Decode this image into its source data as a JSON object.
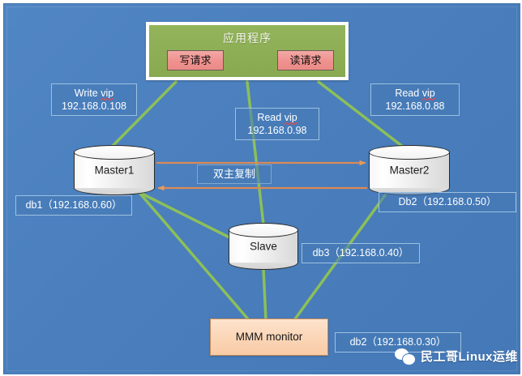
{
  "diagram": {
    "title": "MMM MySQL dual-master replication architecture",
    "background_color": "#4a7ebc",
    "link_color": "#8cbf5a",
    "replication_arrow_color": "#e08a4a"
  },
  "app": {
    "title": "应用程序",
    "write_button": "写请求",
    "read_button": "读请求",
    "box_color": "#8cad54",
    "button_color": "#ef918e"
  },
  "vip_labels": {
    "write_vip": {
      "line1_prefix": "Write ",
      "line1_word": "vip",
      "line2": "192.168.0.108"
    },
    "read_vip_98": {
      "line1_prefix": "Read ",
      "line1_word": "vip",
      "line2": "192.168.0.98"
    },
    "read_vip_88": {
      "line1_prefix": "Read ",
      "line1_word": "vip",
      "line2": "192.168.0.88"
    }
  },
  "nodes": {
    "master1": {
      "label": "Master1",
      "db_label": "db1（192.168.0.60）"
    },
    "master2": {
      "label": "Master2",
      "db_label": "Db2（192.168.0.50）"
    },
    "slave": {
      "label": "Slave",
      "db_label": "db3（192.168.0.40）"
    },
    "monitor": {
      "label": "MMM  monitor",
      "db_label": "db2（192.168.0.30）",
      "box_color": "#fbd5b6"
    }
  },
  "replication": {
    "label": "双主复制"
  },
  "watermark": {
    "text": "民工哥Linux运维",
    "icon": "wechat-icon"
  }
}
